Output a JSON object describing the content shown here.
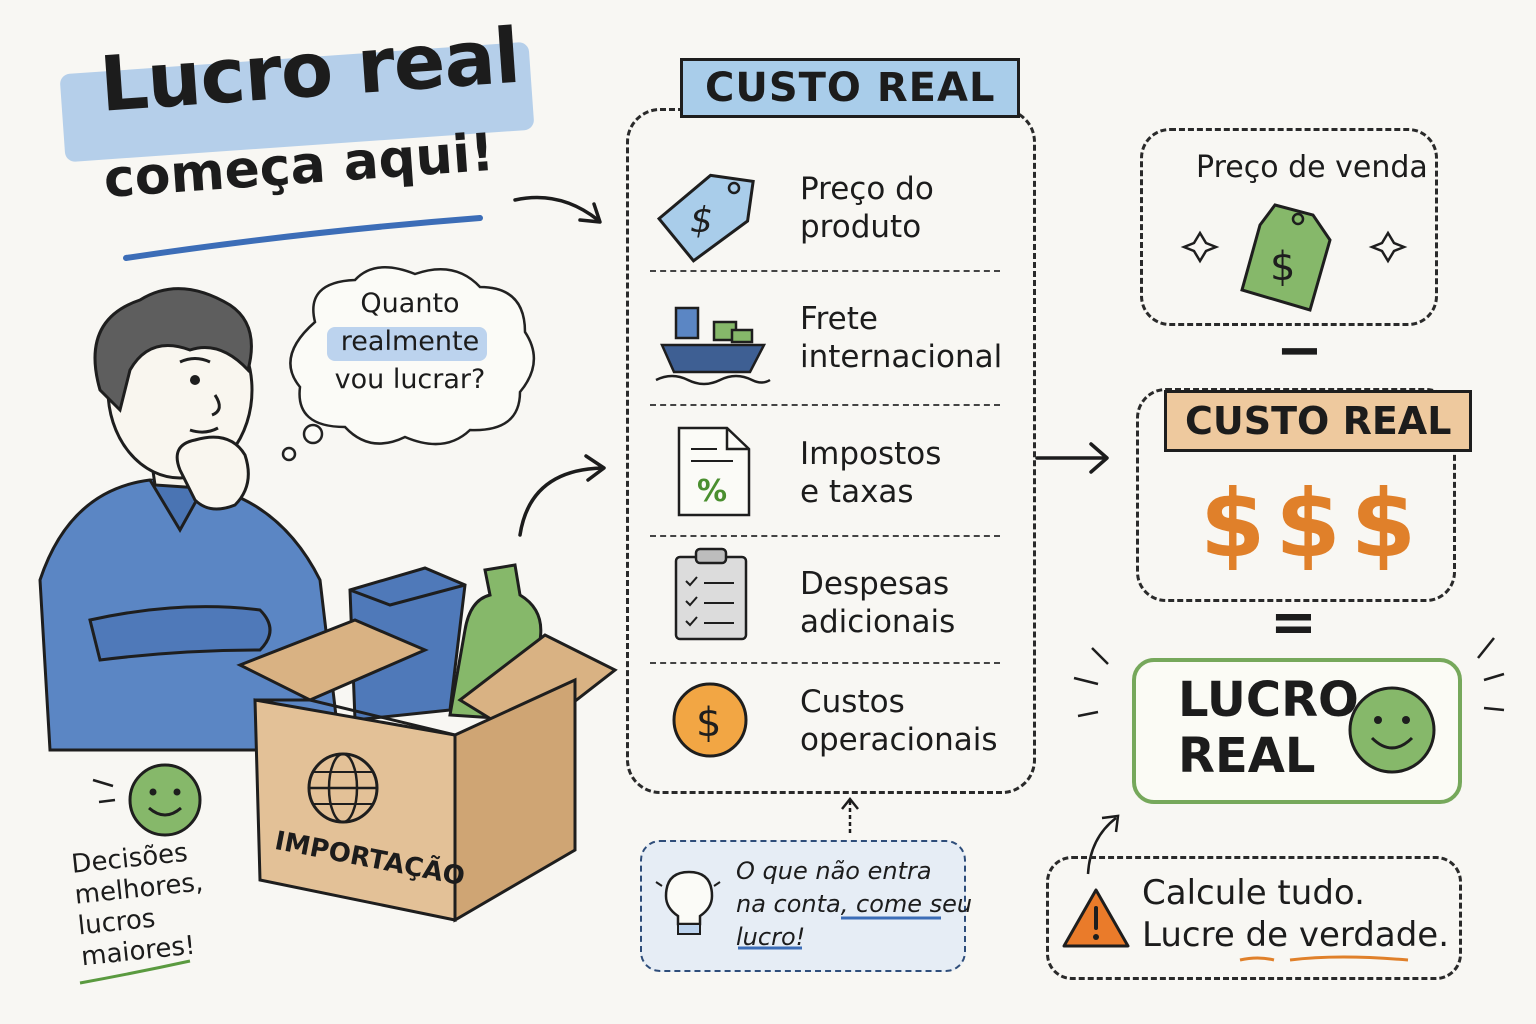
{
  "headline": {
    "line1": "Lucro real",
    "line2": "começa aqui!"
  },
  "thought_bubble": {
    "line1": "Quanto",
    "line2": "realmente",
    "line3": "vou lucrar?"
  },
  "box_label": "IMPORTAÇÃO",
  "side_note": {
    "line1": "Decisões",
    "line2": "melhores,",
    "line3": "lucros",
    "line4": "maiores!"
  },
  "cost_panel": {
    "title": "CUSTO REAL",
    "items": [
      {
        "icon": "price-tag-icon",
        "line1": "Preço do",
        "line2": "produto"
      },
      {
        "icon": "cargo-ship-icon",
        "line1": "Frete",
        "line2": "internacional"
      },
      {
        "icon": "tax-document-icon",
        "line1": "Impostos",
        "line2": "e taxas"
      },
      {
        "icon": "clipboard-checklist-icon",
        "line1": "Despesas",
        "line2": "adicionais"
      },
      {
        "icon": "coin-icon",
        "line1": "Custos",
        "line2": "operacionais"
      }
    ]
  },
  "tip": {
    "line1": "O que não entra",
    "line2": "na conta, come seu",
    "line3": "lucro!"
  },
  "equation": {
    "selling_price": "Preço de venda",
    "minus": "−",
    "cost_title": "CUSTO REAL",
    "dollars": "$$$",
    "equals": "=",
    "result_line1": "LUCRO",
    "result_line2": "REAL"
  },
  "warning": {
    "line1": "Calcule tudo.",
    "line2": "Lucre de verdade."
  },
  "colors": {
    "blue": "#a9cdea",
    "green": "#86b86a",
    "orange": "#e0802a",
    "peach": "#eec99e"
  }
}
